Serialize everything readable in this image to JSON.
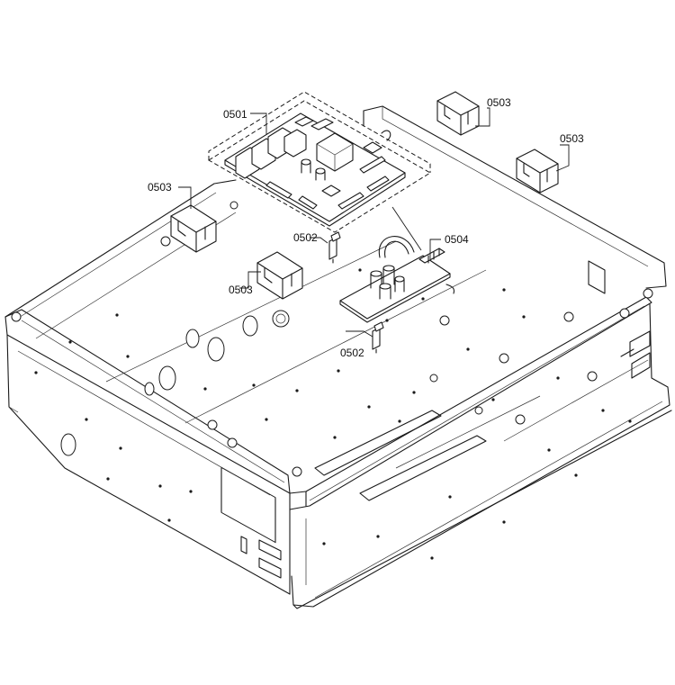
{
  "callouts": {
    "c0501": "0501",
    "c0502a": "0502",
    "c0502b": "0502",
    "c0503a": "0503",
    "c0503b": "0503",
    "c0503c": "0503",
    "c0503d": "0503",
    "c0504": "0504"
  },
  "colors": {
    "line": "#1a1a1a",
    "background": "#ffffff"
  }
}
